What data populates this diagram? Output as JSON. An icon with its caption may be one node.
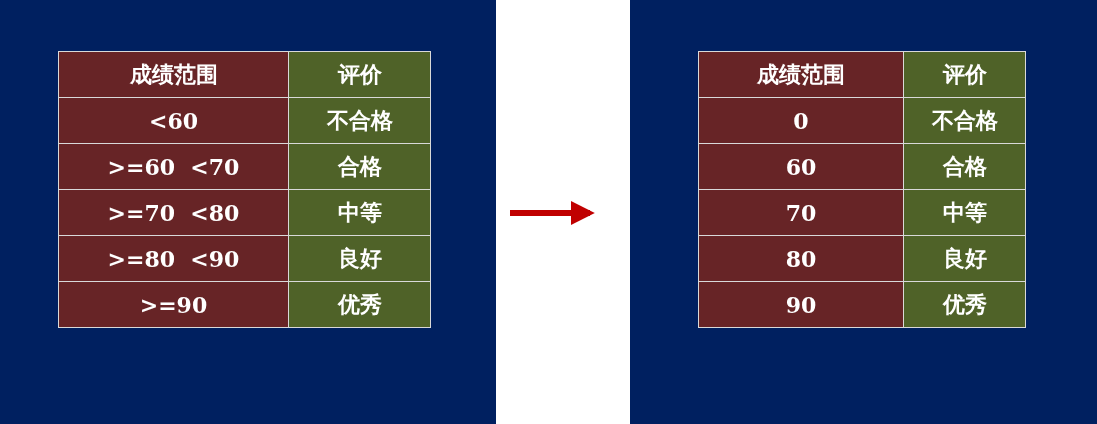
{
  "diagram": {
    "nodes": [
      {
        "text": [],
        "shape": "box"
      },
      {
        "text": [],
        "shape": "box"
      }
    ],
    "edges": [
      {
        "from": 0,
        "to": 1,
        "arrow": "to",
        "color": "#c00000"
      }
    ],
    "labels": [
      "成绩范围",
      "评价",
      "<60",
      "不合格",
      ">=60  <70",
      "合格",
      ">=70  <80",
      "中等",
      ">=80  <90",
      "良好",
      ">=90",
      "优秀",
      "成绩范围",
      "评价",
      "0",
      "不合格",
      "60",
      "合格",
      "70",
      "中等",
      "80",
      "良好",
      "90",
      "优秀"
    ]
  }
}
